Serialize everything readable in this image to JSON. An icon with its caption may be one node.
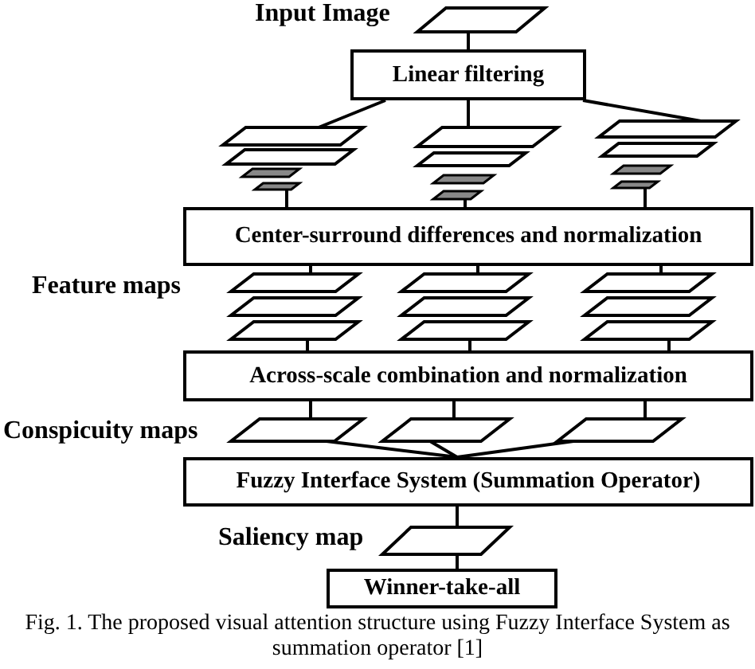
{
  "diagram": {
    "caption": "Fig. 1.  The proposed visual attention structure using Fuzzy Interface System as summation operator [1]",
    "nodes": [
      {
        "text": [],
        "shape": "parallelogram",
        "beside": [
          "Input Image"
        ]
      },
      {
        "text": [
          "Linear filtering"
        ]
      },
      {
        "text": [],
        "shape": "parallelogram"
      },
      {
        "text": [],
        "shape": "parallelogram"
      },
      {
        "text": [],
        "shape": "parallelogram"
      },
      {
        "text": [],
        "shape": "parallelogram"
      },
      {
        "text": [],
        "shape": "parallelogram"
      },
      {
        "text": [],
        "shape": "parallelogram"
      },
      {
        "text": [],
        "shape": "parallelogram"
      },
      {
        "text": [],
        "shape": "parallelogram"
      },
      {
        "text": [],
        "shape": "parallelogram"
      },
      {
        "text": [],
        "shape": "parallelogram"
      },
      {
        "text": [],
        "shape": "parallelogram"
      },
      {
        "text": [],
        "shape": "parallelogram"
      },
      {
        "text": [
          "Center-surround differences and normalization"
        ]
      },
      {
        "text": [],
        "shape": "parallelogram"
      },
      {
        "text": [],
        "shape": "parallelogram"
      },
      {
        "text": [],
        "shape": "parallelogram"
      },
      {
        "text": [],
        "shape": "parallelogram"
      },
      {
        "text": [],
        "shape": "parallelogram"
      },
      {
        "text": [],
        "shape": "parallelogram"
      },
      {
        "text": [],
        "shape": "parallelogram"
      },
      {
        "text": [],
        "shape": "parallelogram"
      },
      {
        "text": [],
        "shape": "parallelogram"
      },
      {
        "text": [
          "Across-scale combination and normalization"
        ]
      },
      {
        "text": [],
        "shape": "parallelogram"
      },
      {
        "text": [],
        "shape": "parallelogram"
      },
      {
        "text": [],
        "shape": "parallelogram"
      },
      {
        "text": [
          "Fuzzy Interface System (Summation Operator)"
        ]
      },
      {
        "text": [],
        "shape": "parallelogram",
        "beside": [
          "Saliency map"
        ]
      },
      {
        "text": [
          "Winner-take-all"
        ]
      }
    ],
    "edges": [
      {
        "from": 0,
        "to": 1,
        "arrow": "none"
      },
      {
        "from": 1,
        "to": 2,
        "arrow": "none"
      },
      {
        "from": 1,
        "to": 6,
        "arrow": "none"
      },
      {
        "from": 1,
        "to": 10,
        "arrow": "none"
      },
      {
        "from": 5,
        "to": 14,
        "arrow": "none"
      },
      {
        "from": 9,
        "to": 14,
        "arrow": "none"
      },
      {
        "from": 13,
        "to": 14,
        "arrow": "none"
      },
      {
        "from": 14,
        "to": 15,
        "arrow": "none"
      },
      {
        "from": 14,
        "to": 18,
        "arrow": "none"
      },
      {
        "from": 14,
        "to": 21,
        "arrow": "none"
      },
      {
        "from": 17,
        "to": 24,
        "arrow": "none"
      },
      {
        "from": 20,
        "to": 24,
        "arrow": "none"
      },
      {
        "from": 23,
        "to": 24,
        "arrow": "none"
      },
      {
        "from": 24,
        "to": 25,
        "arrow": "none"
      },
      {
        "from": 24,
        "to": 26,
        "arrow": "none"
      },
      {
        "from": 24,
        "to": 27,
        "arrow": "none"
      },
      {
        "from": 25,
        "to": 28,
        "arrow": "none"
      },
      {
        "from": 26,
        "to": 28,
        "arrow": "none"
      },
      {
        "from": 27,
        "to": 28,
        "arrow": "none"
      },
      {
        "from": 28,
        "to": 29,
        "arrow": "none"
      },
      {
        "from": 29,
        "to": 30,
        "arrow": "none"
      }
    ],
    "labels": [
      "Feature maps",
      "Conspicuity maps"
    ]
  }
}
